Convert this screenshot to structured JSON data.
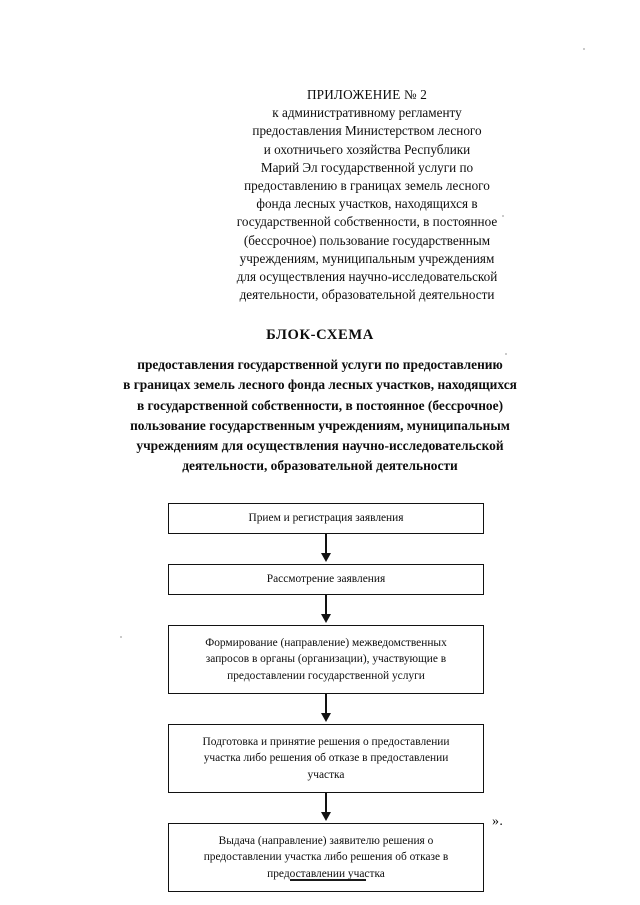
{
  "document": {
    "appendix": {
      "title": "ПРИЛОЖЕНИЕ № 2",
      "lines": [
        "к административному регламенту",
        "предоставления Министерством лесного",
        "и охотничьего хозяйства Республики",
        "Марий Эл государственной услуги по",
        "предоставлению в границах земель лесного",
        "фонда лесных участков, находящихся в",
        "государственной собственности, в постоянное",
        "(бессрочное) пользование государственным",
        "учреждениям, муниципальным учреждениям",
        "для осуществления научно-исследовательской",
        "деятельности, образовательной деятельности"
      ]
    },
    "title": "БЛОК-СХЕМА",
    "subtitle_lines": [
      "предоставления государственной услуги по предоставлению",
      "в границах земель лесного фонда лесных участков, находящихся",
      "в государственной собственности, в постоянное (бессрочное)",
      "пользование государственным учреждениям, муниципальным",
      "учреждениям для осуществления научно-исследовательской",
      "деятельности, образовательной деятельности"
    ],
    "closing_mark": "».",
    "flowchart": {
      "steps": [
        {
          "id": "step-1",
          "lines": [
            "Прием и регистрация заявления"
          ]
        },
        {
          "id": "step-2",
          "lines": [
            "Рассмотрение заявления"
          ]
        },
        {
          "id": "step-3",
          "lines": [
            "Формирование (направление) межведомственных",
            "запросов в органы (организации), участвующие в",
            "предоставлении государственной услуги"
          ]
        },
        {
          "id": "step-4",
          "lines": [
            "Подготовка и принятие решения о предоставлении",
            "участка либо решения об отказе в предоставлении",
            "участка"
          ]
        },
        {
          "id": "step-5",
          "lines": [
            "Выдача (направление) заявителю решения о",
            "предоставлении участка либо решения об отказе в",
            "предоставлении участка"
          ]
        }
      ],
      "connector_icon": "arrow-down-icon"
    }
  }
}
